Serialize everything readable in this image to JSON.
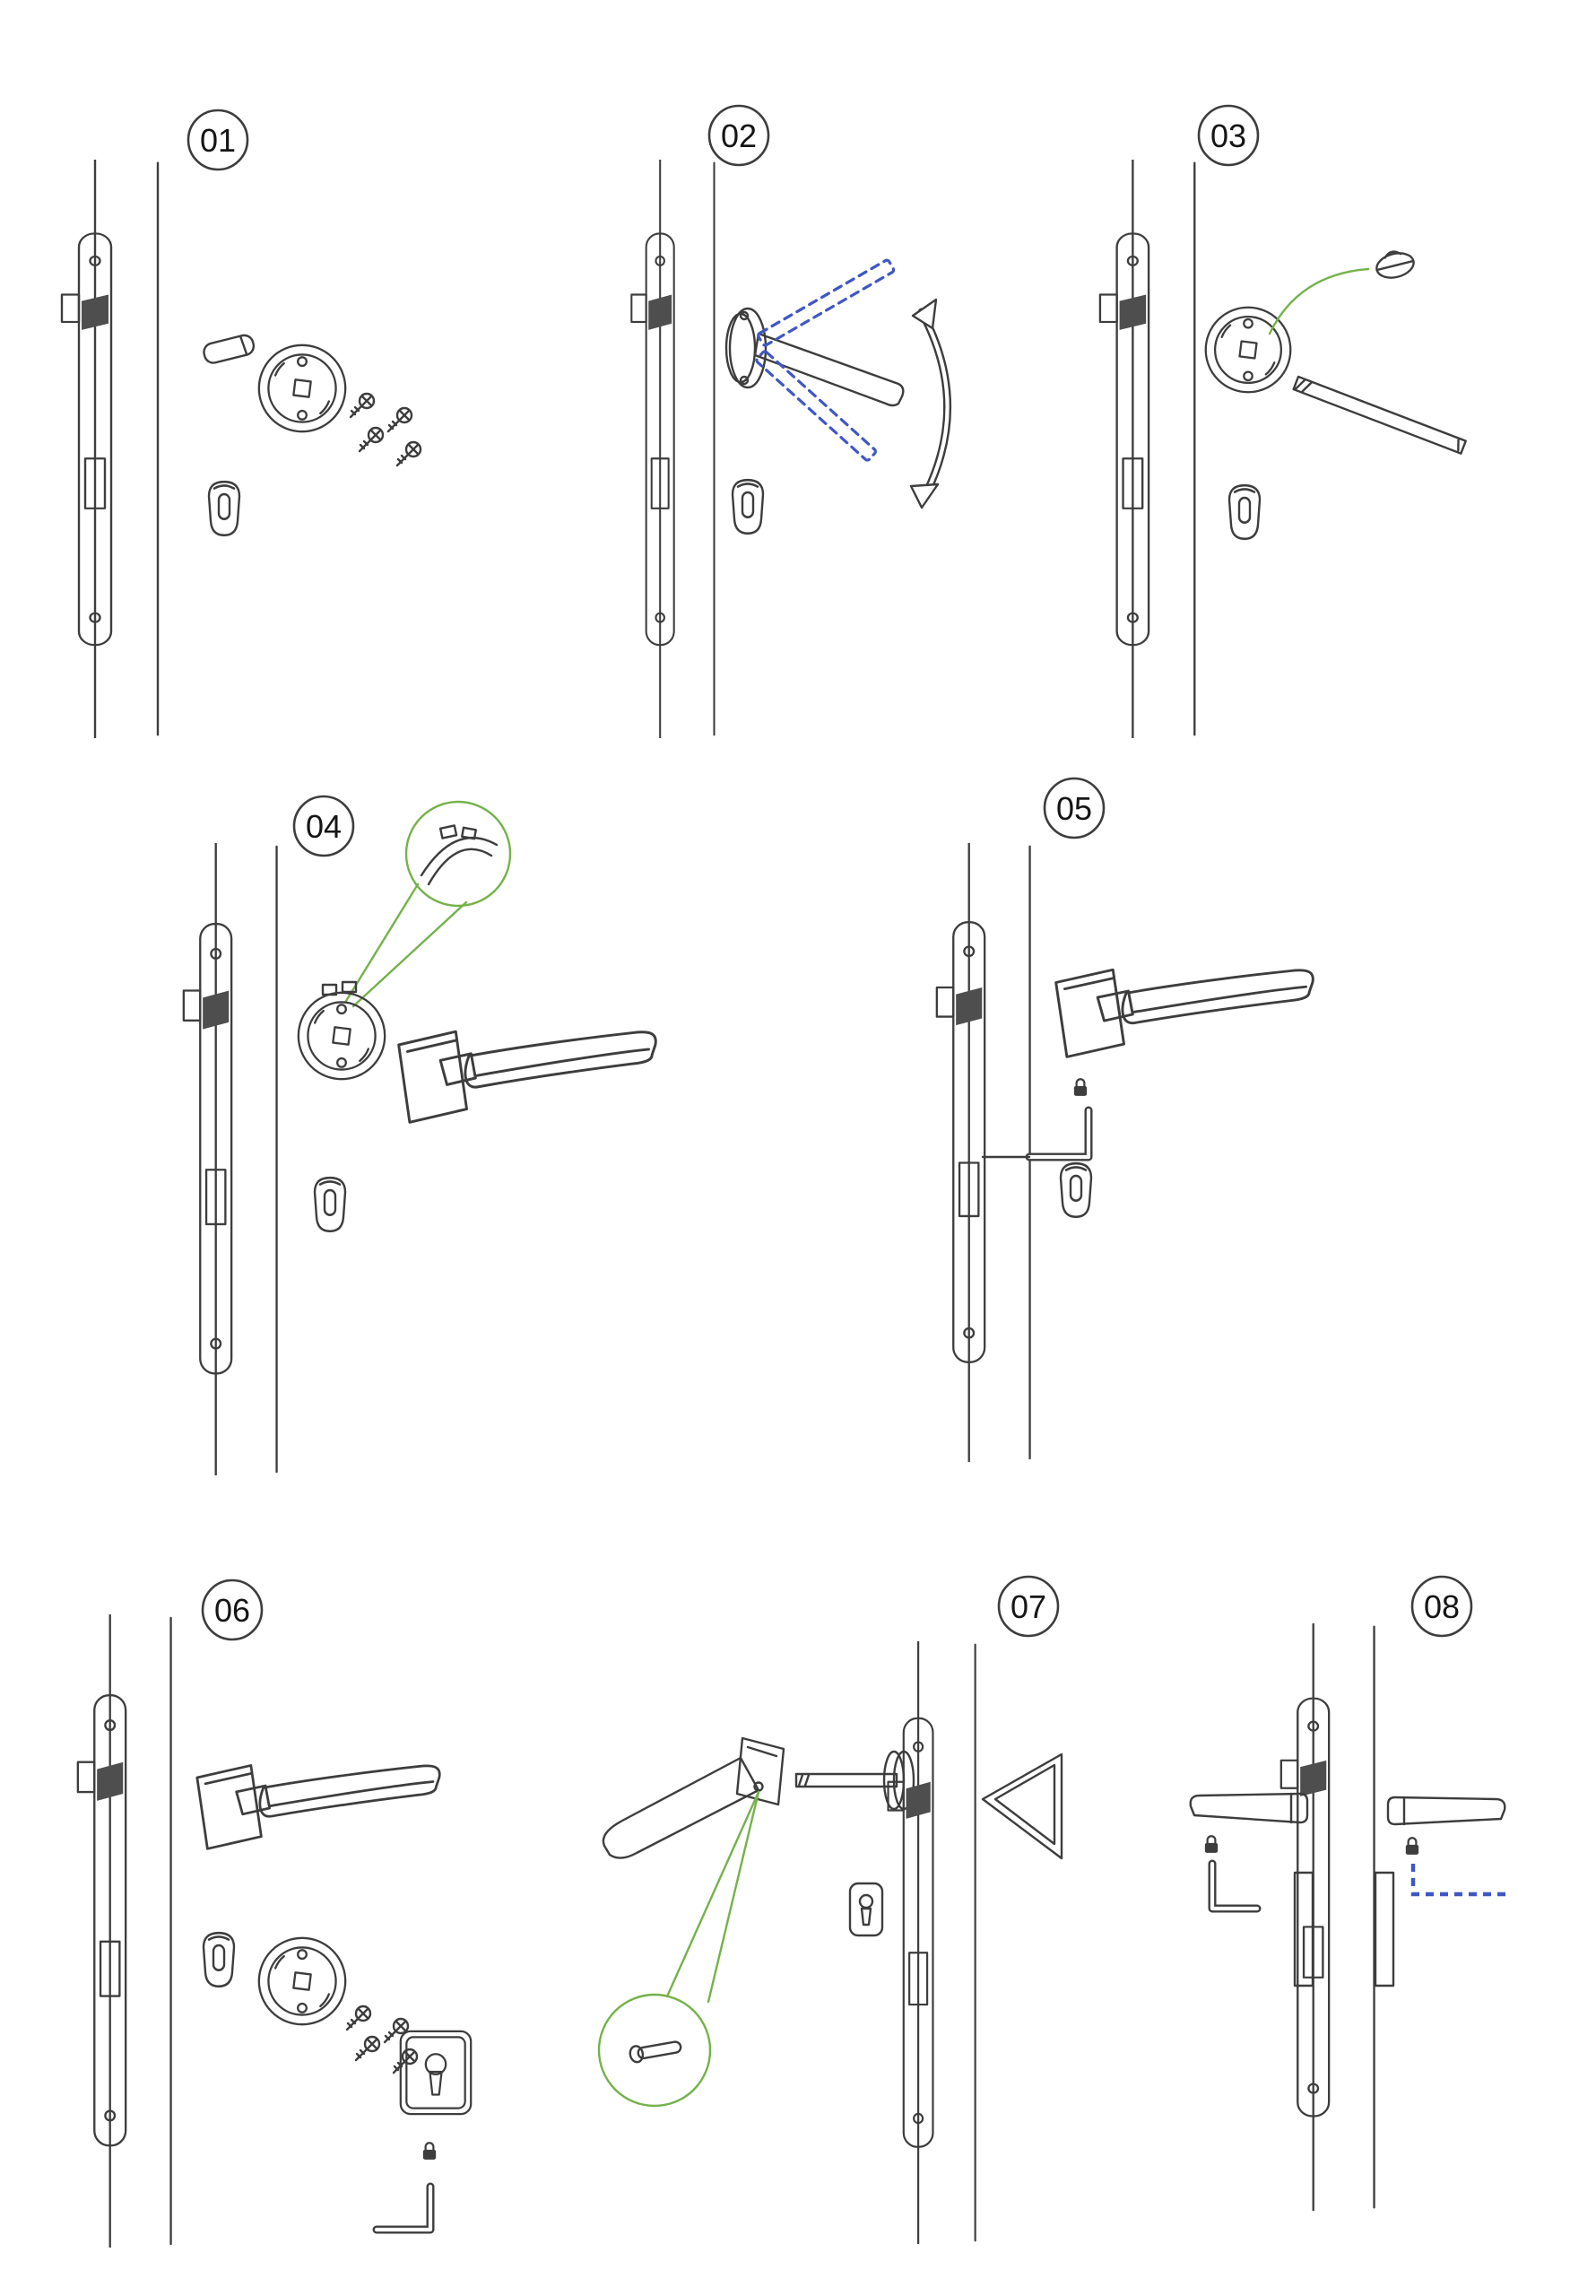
{
  "document": {
    "title": "Door lock and lever handle installation instructions"
  },
  "colors": {
    "line": "#3d3d3d",
    "blue": "#3f57c5",
    "green": "#74b24a",
    "background": "#ffffff"
  },
  "steps": [
    {
      "label": "01",
      "icons": [
        "door-edge-mortise-lock",
        "handle-stub",
        "round-rose",
        "mounting-screws",
        "thumbturn-cylinder"
      ]
    },
    {
      "label": "02",
      "icons": [
        "door-edge-mortise-lock",
        "rose-side-view",
        "lever-handle",
        "spindle-position-dashed",
        "rotation-arrow",
        "thumbturn-cylinder"
      ]
    },
    {
      "label": "03",
      "icons": [
        "door-edge-mortise-lock",
        "round-rose",
        "retaining-clip",
        "square-spindle",
        "thumbturn-cylinder",
        "clip-leader-curve"
      ]
    },
    {
      "label": "04",
      "icons": [
        "door-edge-mortise-lock",
        "round-rose-with-clip",
        "clip-detail-callout",
        "lever-handle",
        "thumbturn-cylinder"
      ]
    },
    {
      "label": "05",
      "icons": [
        "door-edge-mortise-lock",
        "lever-handle",
        "padlock-icon",
        "allen-key",
        "thumbturn-cylinder"
      ]
    },
    {
      "label": "06",
      "icons": [
        "door-edge-mortise-lock",
        "lever-handle",
        "thumbturn-cylinder",
        "round-rose",
        "mounting-screws",
        "keyhole-escutcheon",
        "padlock-icon",
        "allen-key"
      ]
    },
    {
      "label": "07",
      "icons": [
        "lever-handle-detached",
        "square-spindle",
        "rose-side-view",
        "door-edge-mortise-lock",
        "wedge-plate",
        "oval-escutcheon",
        "pin-detail-callout"
      ]
    },
    {
      "label": "08",
      "icons": [
        "door-edge-mortise-lock",
        "lever-handle-both-sides",
        "padlock-icon",
        "allen-key",
        "dashed-turn-path"
      ]
    }
  ]
}
